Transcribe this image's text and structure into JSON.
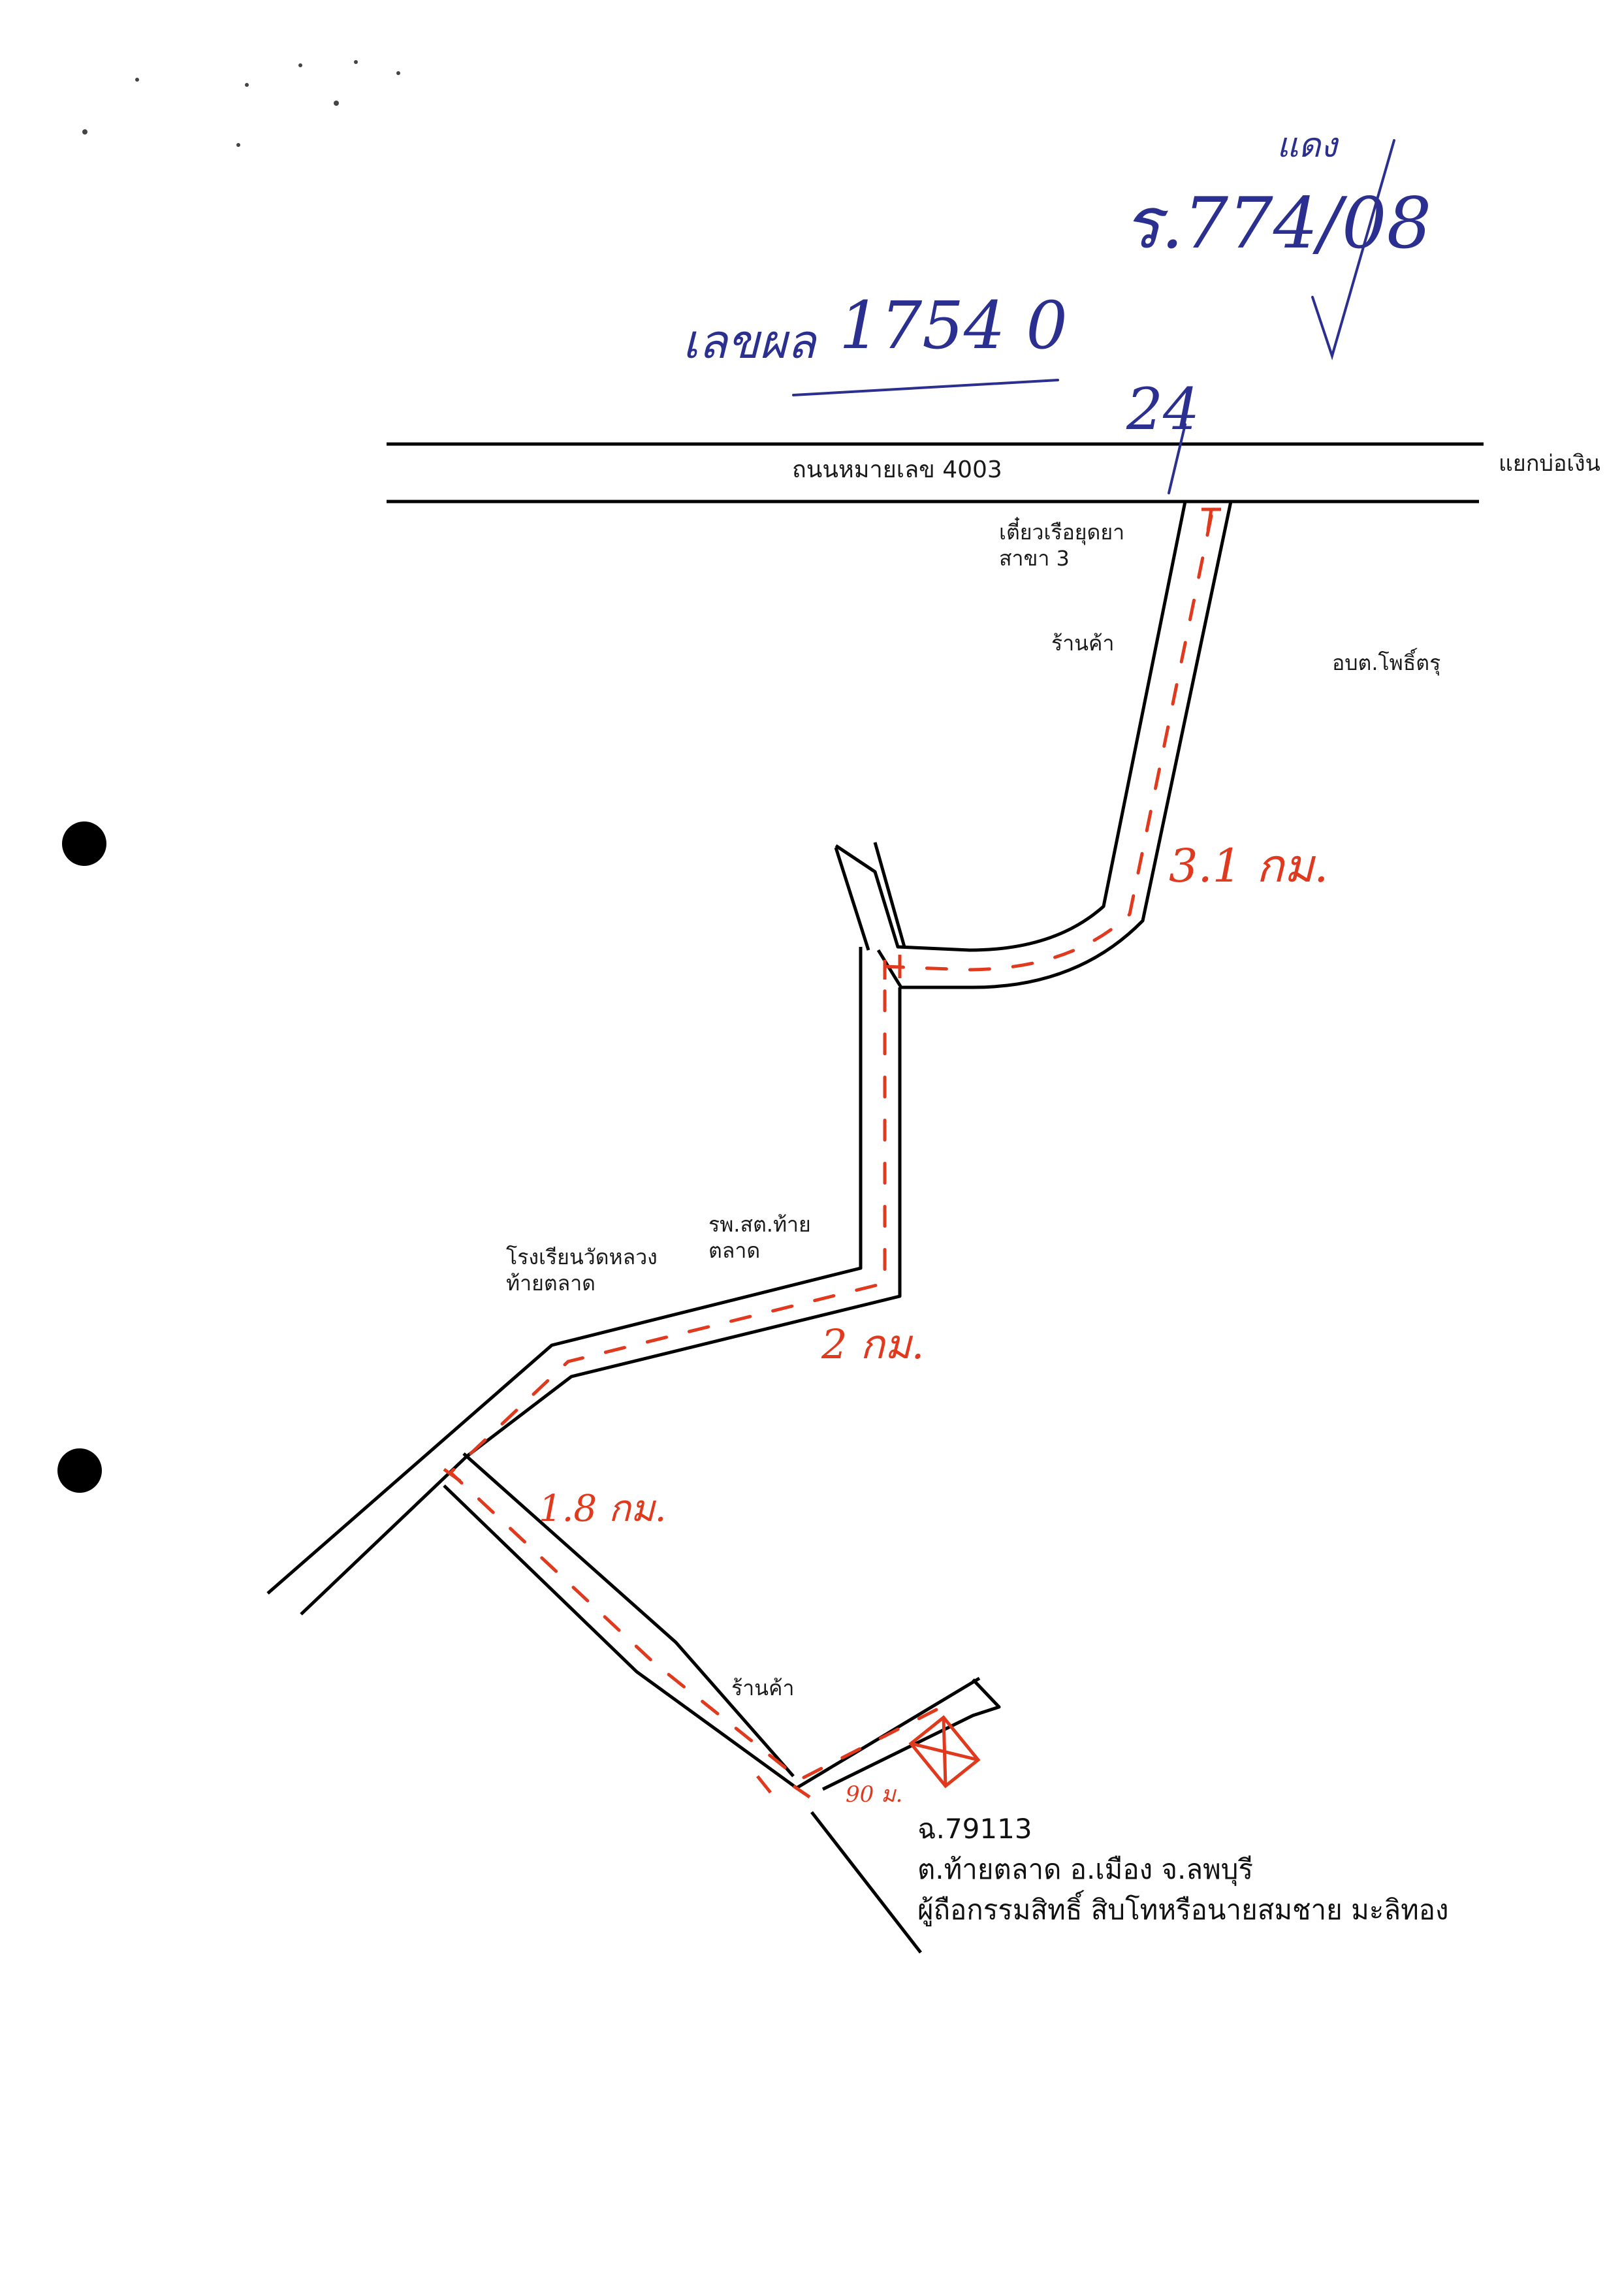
{
  "handwritten": {
    "top_right_small": "แดง",
    "top_right_number": "ร.774/08",
    "mid_label": "เลขผล",
    "mid_number": "1754 0",
    "road_mark": "24"
  },
  "roads": {
    "main_road_label": "ถนนหมายเลข 4003",
    "junction_label": "แยกบ่อเงิน"
  },
  "places": {
    "noodle_shop_line1": "เตี๋ยวเรือยุดยา",
    "noodle_shop_line2": "สาขา 3",
    "shop_1": "ร้านค้า",
    "sao_office": "อบต.โพธิ์ตรุ",
    "health_center_line1": "รพ.สต.ท้าย",
    "health_center_line2": "ตลาด",
    "school_line1": "โรงเรียนวัดหลวง",
    "school_line2": "ท้ายตลาด",
    "shop_2": "ร้านค้า"
  },
  "distances": {
    "segment_1": "3.1 กม.",
    "segment_2": "2 กม.",
    "segment_3": "1.8 กม.",
    "segment_4": "90 ม."
  },
  "deed": {
    "line1": "ฉ.79113",
    "line2": "ต.ท้ายตลาด อ.เมือง จ.ลพบุรี",
    "line3": "ผู้ถือกรรมสิทธิ์ สิบโทหรือนายสมชาย มะลิทอง"
  },
  "colors": {
    "road_outline": "#000000",
    "route_dash": "#e0391d",
    "handwriting_blue": "#2b2f8f"
  }
}
